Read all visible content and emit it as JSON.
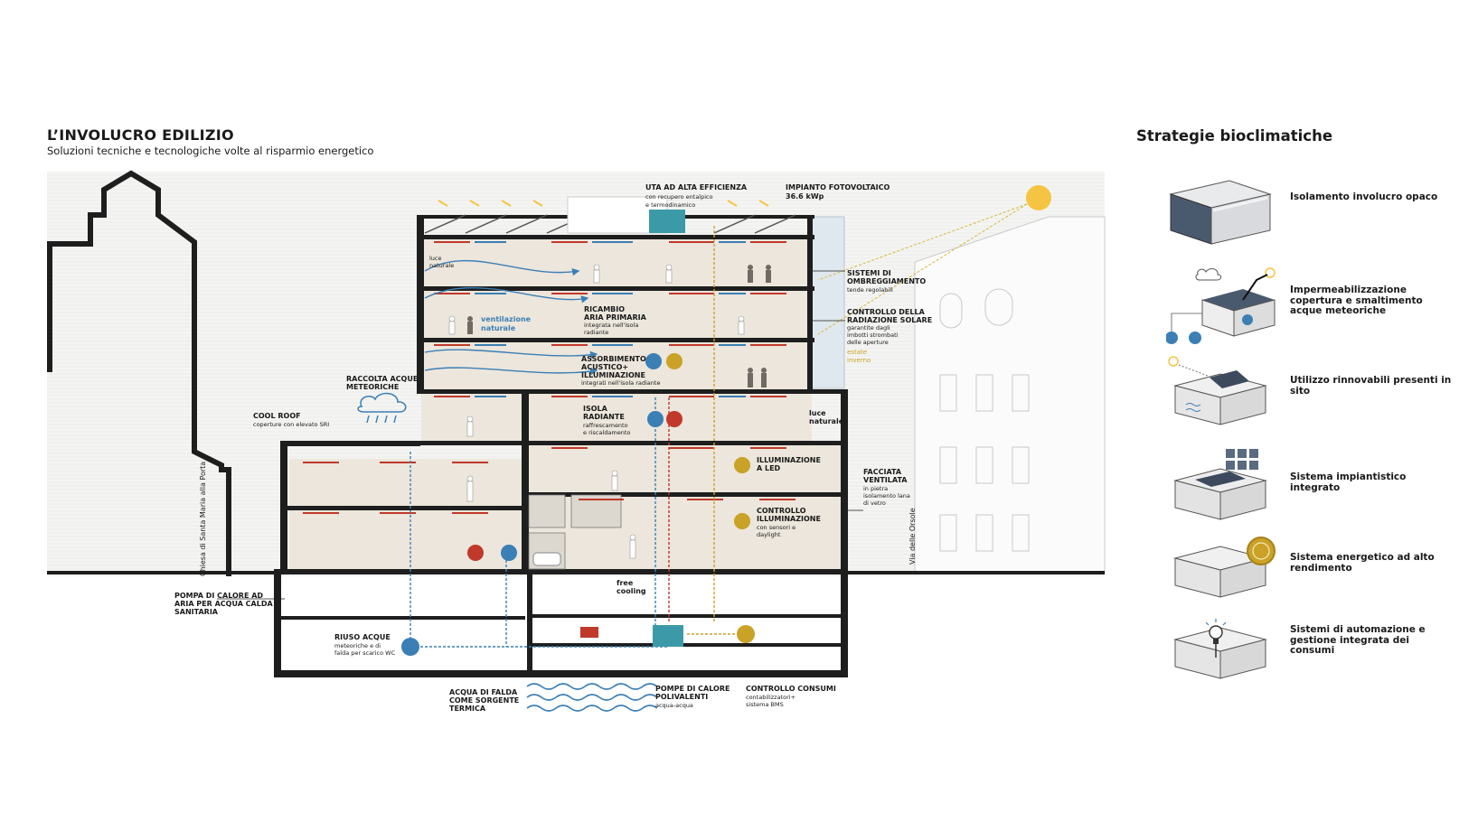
{
  "header": {
    "title": "L’INVOLUCRO EDILIZIO",
    "subtitle": "Soluzioni tecniche e tecnologiche volte al risparmio energetico"
  },
  "section": {
    "labels": {
      "uta_title": "UTA AD ALTA EFFICIENZA",
      "uta_sub1": "con recupero entalpico",
      "uta_sub2": "e termodinamico",
      "pv_title": "IMPIANTO FOTOVOLTAICO",
      "pv_sub": "36.6 kWp",
      "luce_naturale_1": "luce",
      "luce_naturale_2": "naturale",
      "ventilazione_1": "ventilazione",
      "ventilazione_2": "naturale",
      "ricambio_1": "RICAMBIO",
      "ricambio_2": "ARIA PRIMARIA",
      "ricambio_sub1": "integrata nell'isola",
      "ricambio_sub2": "radiante",
      "assorb_1": "ASSORBIMENTO",
      "assorb_2": "ACUSTICO+",
      "assorb_3": "ILLUMINAZIONE",
      "assorb_sub": "integrati nell'isola radiante",
      "isola_1": "ISOLA",
      "isola_2": "RADIANTE",
      "isola_sub1": "raffrescamento",
      "isola_sub2": "e riscaldamento",
      "led_1": "ILLUMINAZIONE",
      "led_2": "A LED",
      "ctrl_ill_1": "CONTROLLO",
      "ctrl_ill_2": "ILLUMINAZIONE",
      "ctrl_ill_sub1": "con sensori e",
      "ctrl_ill_sub2": "daylight",
      "ombr_1": "SISTEMI DI",
      "ombr_2": "OMBREGGIAMENTO",
      "ombr_sub": "tende regolabili",
      "rad_1": "CONTROLLO DELLA",
      "rad_2": "RADIAZIONE SOLARE",
      "rad_sub1": "garantite dagli",
      "rad_sub2": "imbotti strombati",
      "rad_sub3": "delle aperture",
      "estate": "estate",
      "inverno": "inverno",
      "luce2_1": "luce",
      "luce2_2": "naturale",
      "facciata_1": "FACCIATA",
      "facciata_2": "VENTILATA",
      "facciata_sub1": "in pietra",
      "facciata_sub2": "isolamento lana",
      "facciata_sub3": "di vetro",
      "raccolta_1": "RACCOLTA ACQUE",
      "raccolta_2": "METEORICHE",
      "cool_1": "COOL ROOF",
      "cool_sub": "coperture con elevato SRI",
      "pompa_1": "POMPA DI CALORE AD",
      "pompa_2": "ARIA PER ACQUA CALDA",
      "pompa_3": "SANITARIA",
      "riuso_1": "RIUSO ACQUE",
      "riuso_sub1": "meteoriche e di",
      "riuso_sub2": "falda per scarico WC",
      "free_1": "free",
      "free_2": "cooling",
      "falda_1": "ACQUA DI FALDA",
      "falda_2": "COME SORGENTE",
      "falda_3": "TERMICA",
      "pompe_1": "POMPE DI CALORE",
      "pompe_2": "POLIVALENTI",
      "pompe_sub": "acqua-acqua",
      "consumi_1": "CONTROLLO CONSUMI",
      "consumi_sub1": "contabilizzatori+",
      "consumi_sub2": "sistema BMS",
      "chiesa": "Chiesa di Santa Maria alla Porta",
      "via": "Via delle Orsole"
    }
  },
  "sidebar": {
    "title": "Strategie bioclimatiche",
    "items": [
      {
        "label": "Isolamento involucro opaco",
        "icon": "insulated-block-icon"
      },
      {
        "label": "Impermeabilizzazione copertura e smaltimento acque meteoriche",
        "icon": "rainwater-roof-icon"
      },
      {
        "label": "Utilizzo rinnovabili presenti in sito",
        "icon": "solar-panel-block-icon"
      },
      {
        "label": "Sistema impiantistico integrato",
        "icon": "integrated-system-block-icon"
      },
      {
        "label": "Sistema energetico ad alto rendimento",
        "icon": "high-efficiency-seal-icon"
      },
      {
        "label": "Sistemi di automazione e gestione integrata dei consumi",
        "icon": "lightbulb-automation-icon"
      }
    ]
  },
  "colors": {
    "wall": "#1e1e1e",
    "blue": "#3b7fb5",
    "red": "#c0392b",
    "gold": "#c9a227",
    "teal": "#3c9aa8",
    "sun": "#f6c443",
    "interior": "#ece6dc"
  }
}
